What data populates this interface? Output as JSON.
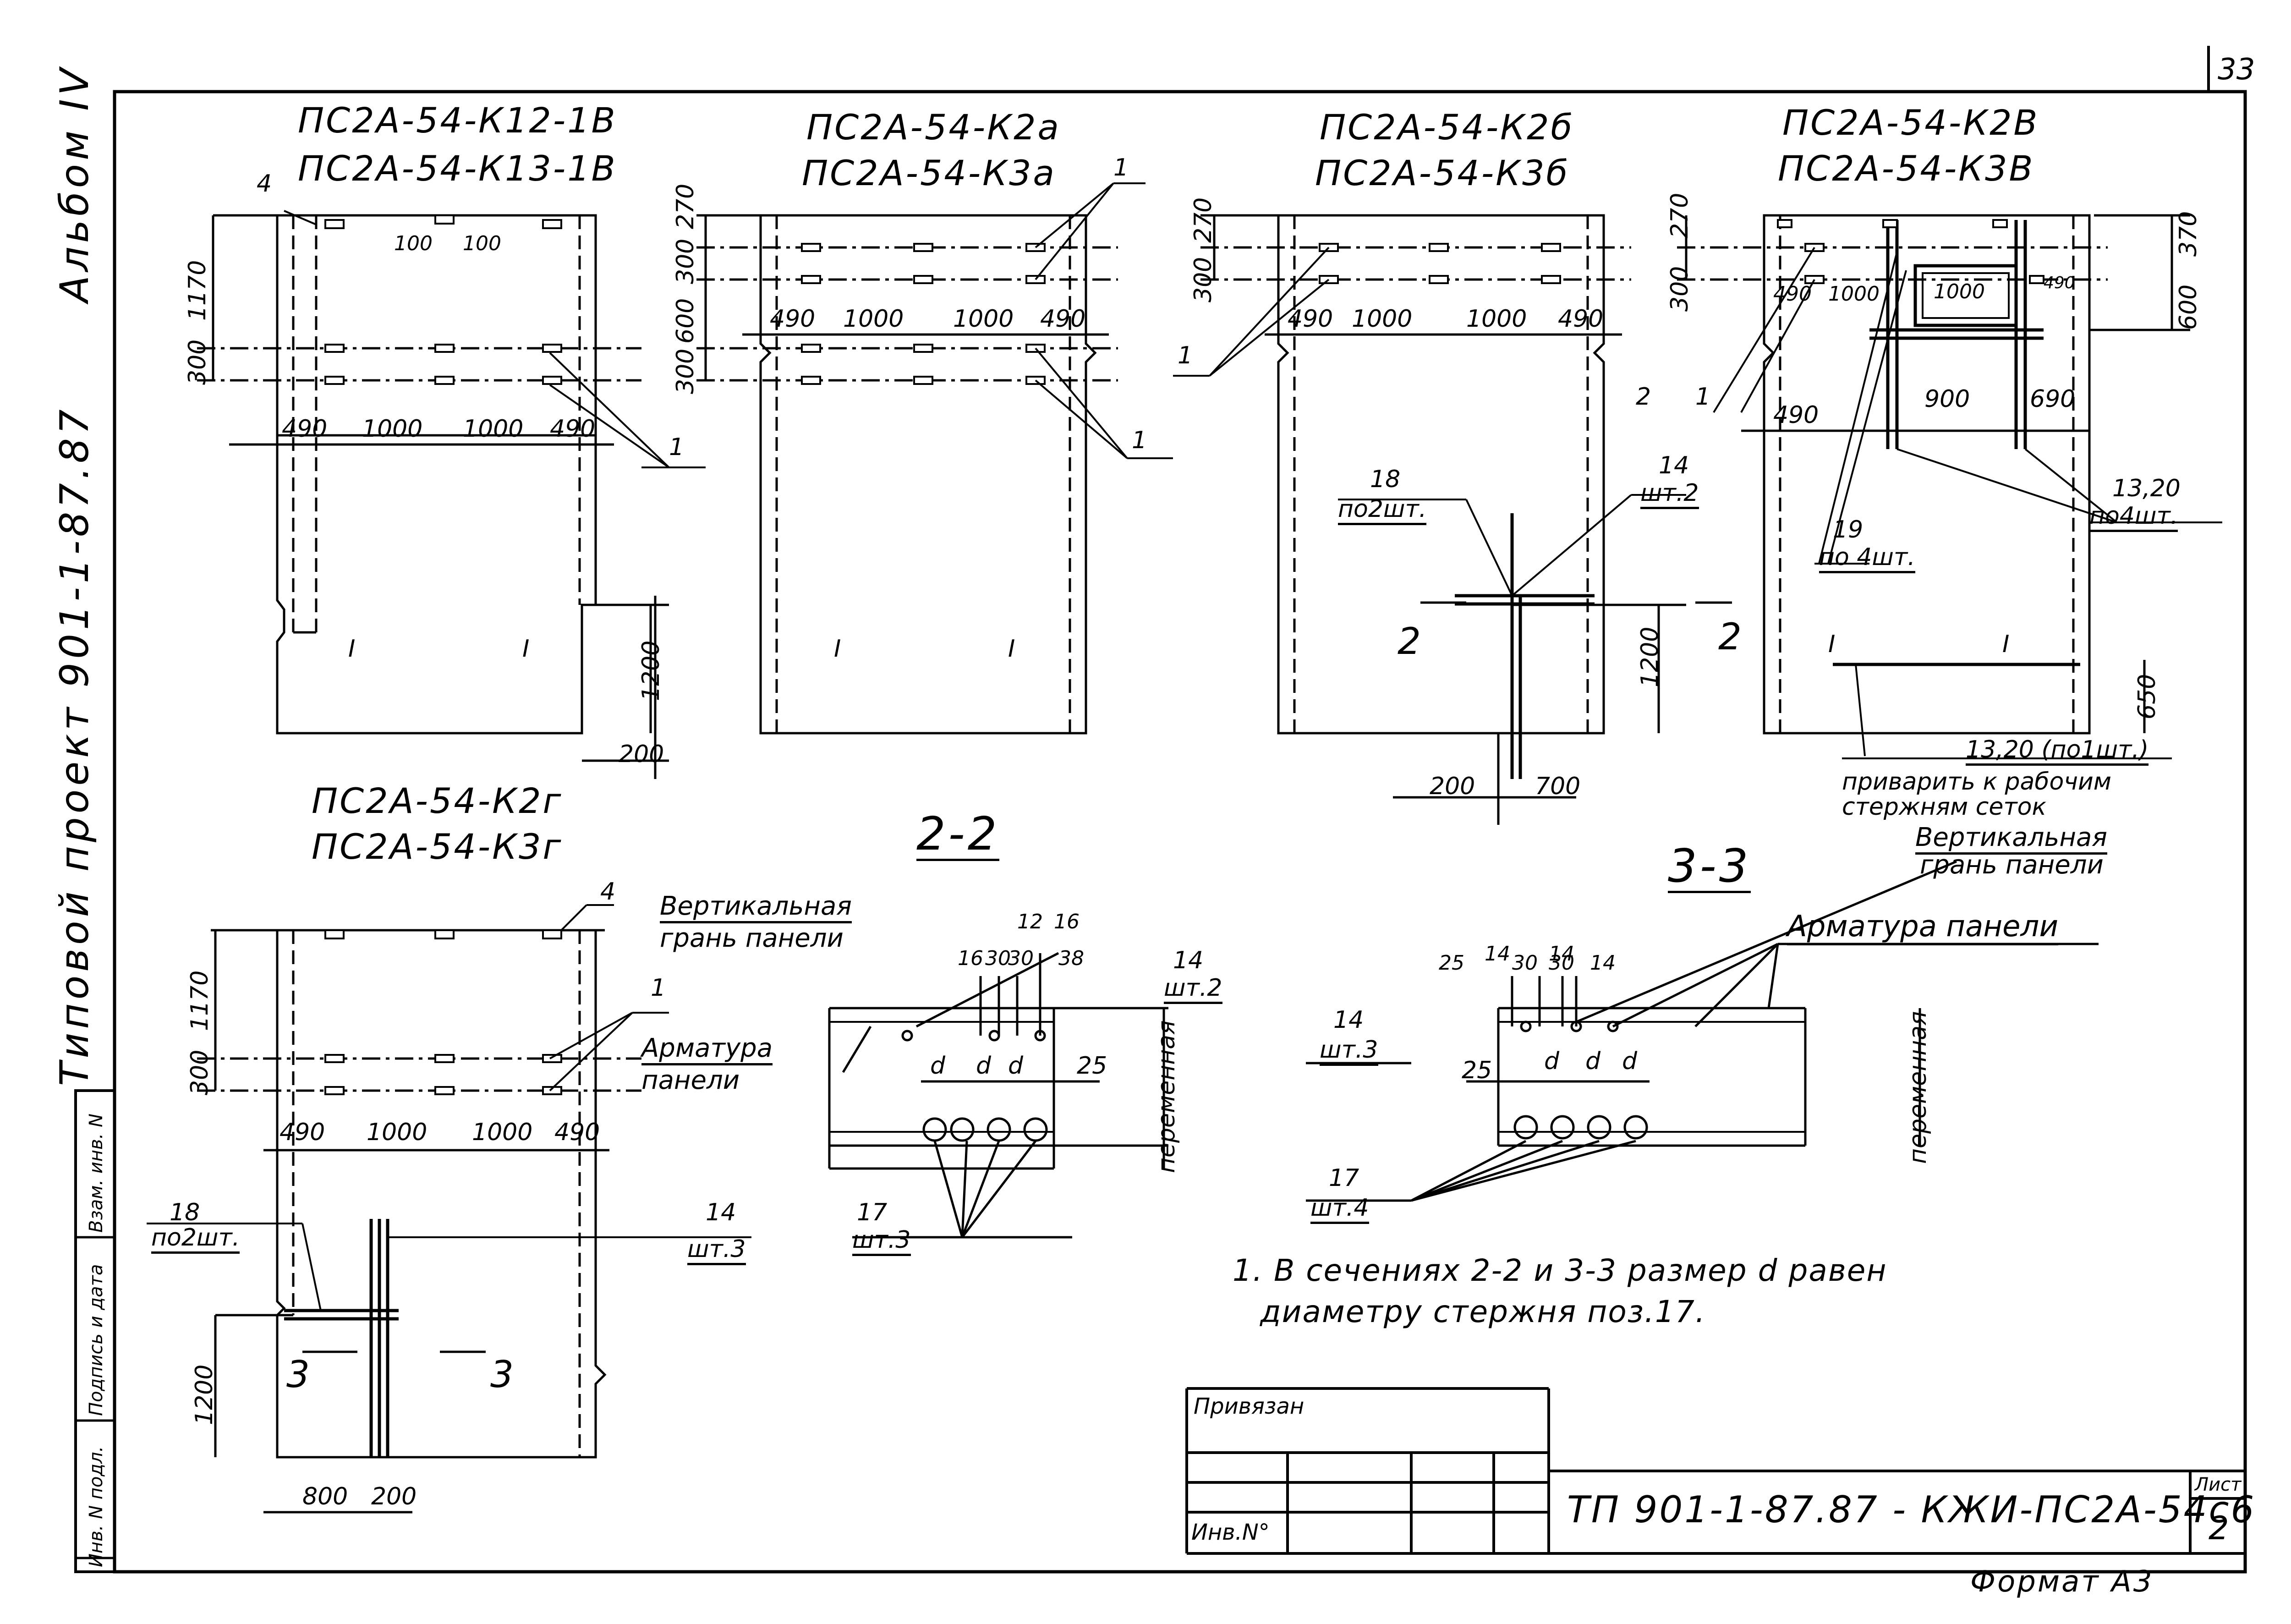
{
  "sheet_page_number": "33",
  "album": "Альбом IV",
  "series": "Типовой проект 901-1-87.87",
  "side_stamp": [
    "Инв. N подл.",
    "Подпись и дата",
    "Взам. инв. N"
  ],
  "panels": {
    "p1": {
      "title1": "ПС2А-54-К12-1В",
      "title2": "ПС2А-54-К13-1В",
      "dims_h": [
        "490",
        "1000",
        "1000",
        "490"
      ],
      "dims_v": [
        "1170",
        "300",
        "1200"
      ],
      "dim_100": "100",
      "dim_200": "200",
      "callout_4": "4",
      "callout_1": "1",
      "mark": "I"
    },
    "p2": {
      "title1": "ПС2А-54-К2а",
      "title2": "ПС2А-54-К3а",
      "dims_h": [
        "490",
        "1000",
        "1000",
        "490"
      ],
      "dims_v": [
        "270",
        "300",
        "600",
        "300"
      ],
      "callout_1": "1",
      "mark": "I"
    },
    "p3": {
      "title1": "ПС2А-54-К2б",
      "title2": "ПС2А-54-К3б",
      "dims_h": [
        "490",
        "1000",
        "1000",
        "490"
      ],
      "dims_v": [
        "270",
        "300",
        "1200"
      ],
      "bottom_dims": [
        "200",
        "700"
      ],
      "callout_1": "1",
      "c14": "14",
      "c14_count": "шт.2",
      "c18": "18",
      "c18_count": "по2шт.",
      "section": "2"
    },
    "p4": {
      "title1": "ПС2А-54-К2В",
      "title2": "ПС2А-54-К3В",
      "dims": [
        "270",
        "300",
        "490",
        "1000",
        "1000",
        "900",
        "690",
        "490",
        "370",
        "600",
        "650"
      ],
      "callout_1": "1",
      "callout_2": "2",
      "c19": "19",
      "c19_count": "по 4шт.",
      "c1320": "13,20",
      "c1320_count": "по4шт.",
      "c1320b": "13,20 (по1шт.)",
      "note1": "приварить к рабочим",
      "note2": "стержням сеток"
    },
    "p5": {
      "title1": "ПС2А-54-К2г",
      "title2": "ПС2А-54-К3г",
      "dims_h": [
        "490",
        "1000",
        "1000",
        "490"
      ],
      "dims_v": [
        "1170",
        "300",
        "1200"
      ],
      "bottom_dims": [
        "800",
        "200"
      ],
      "callout_4": "4",
      "callout_1": "1",
      "c18": "18",
      "c18_count": "по2шт.",
      "c14": "14",
      "c14_count": "шт.3",
      "section": "3"
    }
  },
  "section_2_2": {
    "title": "2-2",
    "vert_face": "Вертикальная",
    "vert_face2": "грань панели",
    "armatura": "Арматура",
    "armatura2": "панели",
    "dims_top": [
      "16",
      "30",
      "30",
      "38"
    ],
    "dims_top2": [
      "12",
      "16"
    ],
    "d": "d",
    "dim_25": "25",
    "variable": "переменная",
    "c14": "14",
    "c14_count": "шт.2",
    "c17": "17",
    "c17_count": "шт.3"
  },
  "section_3_3": {
    "title": "3-3",
    "vert_face": "Вертикальная",
    "vert_face2": "грань панели",
    "armatura": "Арматура панели",
    "dims_top": [
      "25",
      "14",
      "30",
      "14",
      "30",
      "14"
    ],
    "d": "d",
    "dim_25": "25",
    "variable": "переменная",
    "c14": "14",
    "c14_count": "шт.3",
    "c17": "17",
    "c17_count": "шт.4"
  },
  "note": [
    "1. В сечениях 2-2 и 3-3 размер d равен",
    "диаметру стержня поз.17."
  ],
  "title_block": {
    "bound": "Привязан",
    "inv_no": "Инв.N°",
    "code": "ТП 901-1-87.87 -   КЖИ-ПС2А-54с6",
    "sheet_label": "Лист",
    "sheet_no": "2",
    "format": "Формат А3"
  }
}
